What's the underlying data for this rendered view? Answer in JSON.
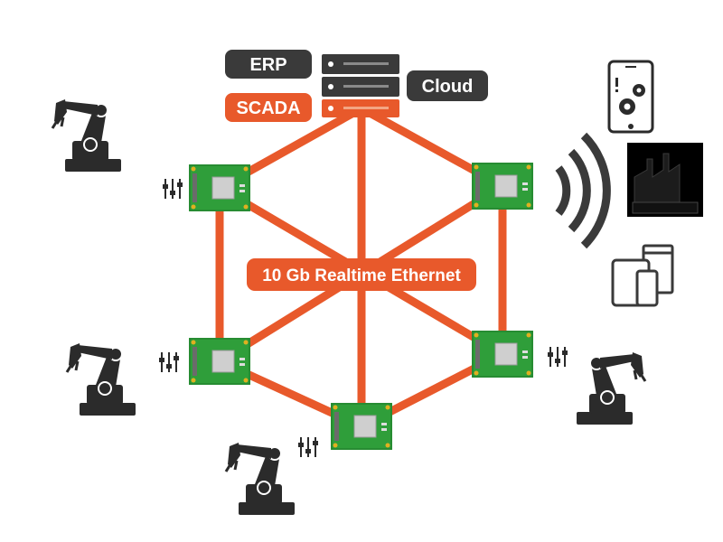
{
  "labels": {
    "erp": "ERP",
    "scada": "SCADA",
    "cloud": "Cloud",
    "network": "10 Gb Realtime Ethernet"
  },
  "colors": {
    "orange": "#e8592b",
    "dark": "#3a3a3a",
    "board_green": "#2f9e3a",
    "chip": "#cfcfcf",
    "icon": "#2b2b2b"
  },
  "icons": [
    "robot-arm-icon",
    "sliders-icon",
    "server-rack-icon",
    "wireless-signal-icon",
    "smartphone-gears-icon",
    "factory-icon",
    "devices-icon"
  ]
}
